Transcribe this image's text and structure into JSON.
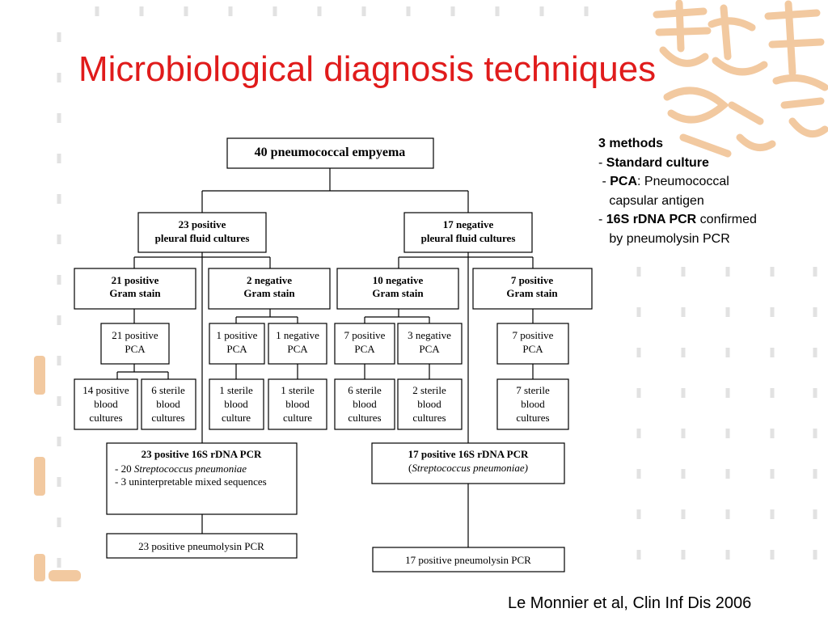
{
  "slide": {
    "title": "Microbiological diagnosis techniques",
    "citation": "Le Monnier et al, Clin Inf Dis 2006"
  },
  "methods_note": {
    "heading": "3 methods",
    "items": [
      {
        "prefix": "- ",
        "bold": "Standard culture",
        "rest": ""
      },
      {
        "prefix": " - ",
        "bold": "PCA",
        "rest": ": Pneumococcal"
      },
      {
        "prefix": "   ",
        "bold": "",
        "rest": "capsular antigen"
      },
      {
        "prefix": "- ",
        "bold": "16S rDNA PCR",
        "rest": " confirmed"
      },
      {
        "prefix": "   ",
        "bold": "",
        "rest": "by pneumolysin PCR"
      }
    ]
  },
  "flowchart": {
    "root": "40 pneumococcal empyema",
    "positive_cultures": [
      "23 positive",
      "pleural fluid cultures"
    ],
    "negative_cultures": [
      "17 negative",
      "pleural fluid cultures"
    ],
    "gram": {
      "pos_pos": [
        "21 positive",
        "Gram stain"
      ],
      "pos_neg": [
        "2 negative",
        "Gram stain"
      ],
      "neg_neg": [
        "10 negative",
        "Gram stain"
      ],
      "neg_pos": [
        "7 positive",
        "Gram stain"
      ]
    },
    "pca": {
      "a": [
        "21 positive",
        "PCA"
      ],
      "b": [
        "1 positive",
        "PCA"
      ],
      "c": [
        "1 negative",
        "PCA"
      ],
      "d": [
        "7 positive",
        "PCA"
      ],
      "e": [
        "3 negative",
        "PCA"
      ],
      "f": [
        "7 positive",
        "PCA"
      ]
    },
    "blood": {
      "a": [
        "14 positive",
        "blood",
        "cultures"
      ],
      "b": [
        "6 sterile",
        "blood",
        "cultures"
      ],
      "c": [
        "1 sterile",
        "blood",
        "culture"
      ],
      "d": [
        "1 sterile",
        "blood",
        "culture"
      ],
      "e": [
        "6 sterile",
        "blood",
        "cultures"
      ],
      "f": [
        "2 sterile",
        "blood",
        "cultures"
      ],
      "g": [
        "7 sterile",
        "blood",
        "cultures"
      ]
    },
    "pcr_left": {
      "title": "23 positive 16S rDNA PCR",
      "line1_prefix": "- 20 ",
      "line1_italic": "Streptococcus pneumoniae",
      "line2": "- 3 uninterpretable mixed sequences"
    },
    "pcr_right": {
      "title": "17 positive 16S rDNA PCR",
      "line_open": "(",
      "line_italic": "Streptococcus pneumoniae)"
    },
    "pneumolysin_left": "23 positive pneumolysin PCR",
    "pneumolysin_right": "17 positive pneumolysin PCR"
  },
  "colors": {
    "title": "#e01b1b",
    "decoration": "#f2c9a0",
    "dash": "#e2e2e2"
  }
}
